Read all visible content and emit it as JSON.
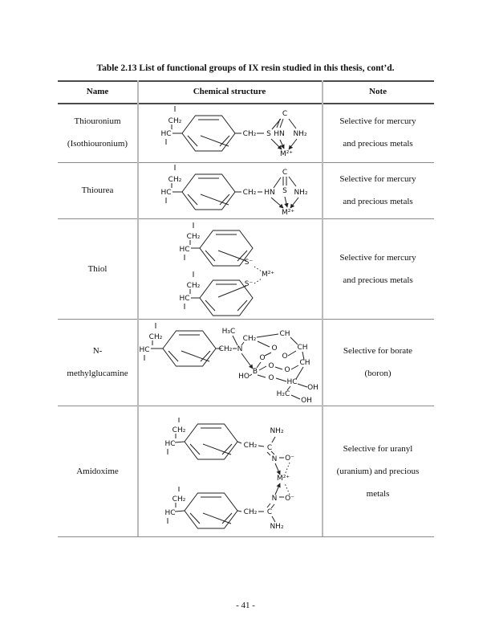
{
  "page": {
    "title": "Table 2.13 List of functional groups of IX resin studied in this thesis, cont’d.",
    "page_number": "- 41 -"
  },
  "table": {
    "headers": {
      "name": "Name",
      "structure": "Chemical structure",
      "note": "Note"
    },
    "rows": [
      {
        "name_lines": [
          "Thiouronium",
          "(Isothiouronium)"
        ],
        "note_lines": [
          "Selective for mercury",
          "and precious metals"
        ]
      },
      {
        "name_lines": [
          "Thiourea"
        ],
        "note_lines": [
          "Selective for mercury",
          "and precious metals"
        ]
      },
      {
        "name_lines": [
          "Thiol"
        ],
        "note_lines": [
          "Selective for mercury",
          "and precious metals"
        ]
      },
      {
        "name_lines": [
          "N-",
          "methylglucamine"
        ],
        "note_lines": [
          "Selective for borate",
          "(boron)"
        ]
      },
      {
        "name_lines": [
          "Amidoxime"
        ],
        "note_lines": [
          "Selective for uranyl",
          "(uranium) and precious",
          "metals"
        ]
      }
    ]
  },
  "structures": {
    "thiouronium": {
      "ch2_backbone": "CH₂",
      "hc": "HC",
      "ch2_link": "CH₂",
      "s": "S",
      "hn": "HN",
      "c": "C",
      "nh2": "NH₂",
      "m": "M²⁺"
    },
    "thiourea": {
      "ch2_backbone": "CH₂",
      "hc": "HC",
      "ch2_link": "CH₂",
      "hn": "HN",
      "c": "C",
      "s": "S",
      "nh2": "NH₂",
      "m": "M²⁺"
    },
    "thiol": {
      "ch2_top": "CH₂",
      "hc_top": "HC",
      "s_top": "S⁻",
      "m": "M²⁺",
      "s_bottom": "S⁻",
      "ch2_bottom": "CH₂",
      "hc_bottom": "HC"
    },
    "n_methylglucamine": {
      "ch2_backbone": "CH₂",
      "hc": "HC",
      "ch2_link": "CH₂",
      "h3c": "H₃C",
      "n": "N",
      "ch2_upper": "CH₂",
      "ch_top": "CH",
      "ch_mid": "CH",
      "ch_low": "CH",
      "o1": "O",
      "o2": "O",
      "o3": "O",
      "o4": "O",
      "o5": "O",
      "o6": "O",
      "b": "B",
      "ho": "HO",
      "hc_low": "HC",
      "oh_right": "OH",
      "h2c": "H₂C",
      "oh_bottom": "OH"
    },
    "amidoxime": {
      "ch2_top": "CH₂",
      "hc_top": "HC",
      "ch2_link_top": "CH₂",
      "c_top": "C",
      "nh2_top": "NH₂",
      "n_top": "N",
      "o_top": "O⁻",
      "m": "M²⁺",
      "n_bottom": "N",
      "o_bottom": "O⁻",
      "c_bottom": "C",
      "nh2_bottom": "NH₂",
      "ch2_link_bottom": "CH₂",
      "ch2_bottom": "CH₂",
      "hc_bottom": "HC"
    }
  },
  "colors": {
    "rule_dark": "#4a4a4a",
    "rule_light": "#8a8a8a",
    "grid_vertical": "#b9b9b9",
    "text": "#111111"
  }
}
